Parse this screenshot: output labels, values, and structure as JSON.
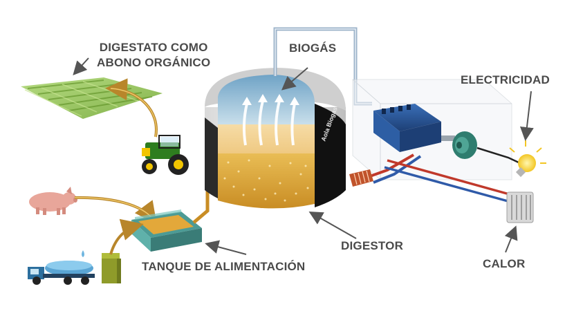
{
  "labels": {
    "digestate_line1": "DIGESTATO COMO",
    "digestate_line2": "ABONO ORGÁNICO",
    "biogas": "BIOGÁS",
    "electricity": "ELECTRICIDAD",
    "feed_tank": "TANQUE DE ALIMENTACIÓN",
    "digester": "DIGESTOR",
    "heat": "CALOR",
    "tank_brand": "Aola Biogas"
  },
  "colors": {
    "label_text": "#4a4a4a",
    "pointer_arrow": "#555555",
    "pipe_hot": "#c0392b",
    "pipe_cold": "#2f5aa8",
    "slurry": "#d8a63a",
    "gas_dome": "#9cc3dc",
    "field_green": "#8dc63f",
    "tractor_green": "#2e7d1f",
    "pig_pink": "#e8a69a"
  },
  "icons": [
    "field-icon",
    "tractor-icon",
    "pig-icon",
    "water-truck-icon",
    "feed-bin-icon",
    "engine-icon",
    "generator-icon",
    "lightbulb-icon",
    "radiator-icon",
    "heat-exchanger-icon"
  ]
}
